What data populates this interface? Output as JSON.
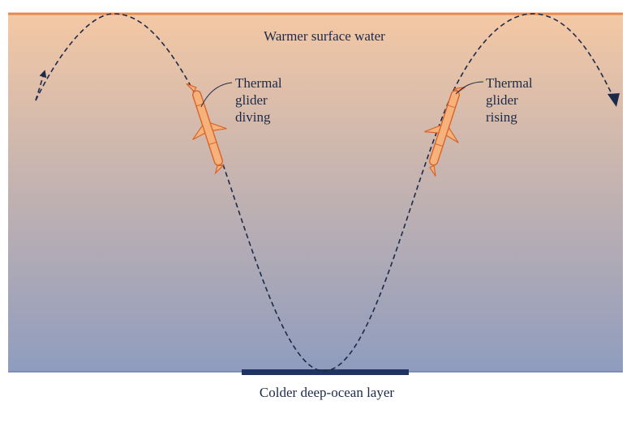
{
  "labels": {
    "surface": "Warmer surface water",
    "deep": "Colder deep-ocean layer",
    "glider_diving": [
      "Thermal",
      "glider",
      "diving"
    ],
    "glider_rising": [
      "Thermal",
      "glider",
      "rising"
    ]
  },
  "colors": {
    "surface_line": "#e8894a",
    "water_top": "#f4c8a4",
    "water_bottom": "#8f9cbe",
    "bottom_bar": "#1f3462",
    "path": "#1c2a4a",
    "glider_body": "#f6b27a",
    "glider_outline": "#d9642a"
  }
}
